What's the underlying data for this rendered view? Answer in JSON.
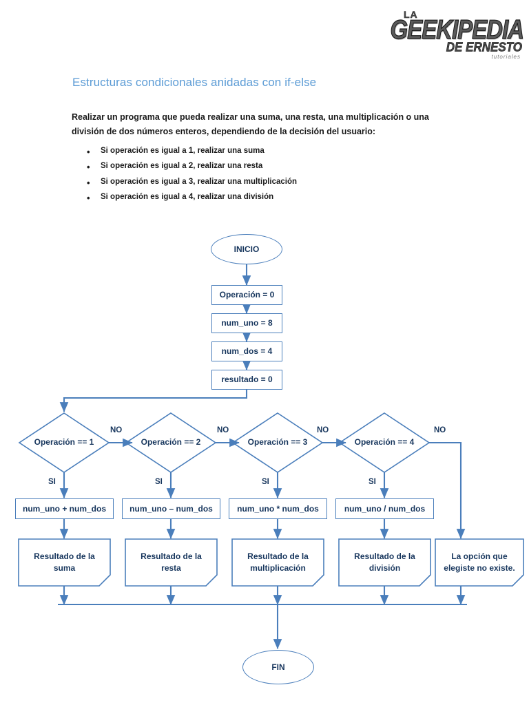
{
  "logo": {
    "line1": "LA",
    "main": "GEEKIPEDIA",
    "sub": "DE ERNESTO",
    "tagline": "tutoriales"
  },
  "document": {
    "title": "Estructuras condicionales anidadas con if-else",
    "intro": "Realizar un programa que pueda realizar una suma, una resta, una multiplicación o una división de dos números enteros, dependiendo de la decisión del usuario:",
    "bullets": [
      "Si operación es igual a 1, realizar una suma",
      "Si operación es igual a 2, realizar una resta",
      "Si operación es igual a 3, realizar una multiplicación",
      "Si operación es igual a 4, realizar una división"
    ]
  },
  "colors": {
    "line": "#4a7ebb",
    "text": "#17365D",
    "title": "#5B9BD5"
  },
  "flowchart": {
    "type": "flowchart",
    "start": "INICIO",
    "end": "FIN",
    "init_steps": [
      "Operación = 0",
      "num_uno = 8",
      "num_dos = 4",
      "resultado = 0"
    ],
    "decisions": [
      "Operación == 1",
      "Operación == 2",
      "Operación == 3",
      "Operación == 4"
    ],
    "yes_label": "SI",
    "no_label": "NO",
    "operations": [
      "num_uno + num_dos",
      "num_uno – num_dos",
      "num_uno * num_dos",
      "num_uno / num_dos"
    ],
    "outputs": [
      "Resultado de la suma",
      "Resultado de la resta",
      "Resultado de la multiplicación",
      "Resultado de la división",
      "La opción que elegiste no existe."
    ]
  }
}
